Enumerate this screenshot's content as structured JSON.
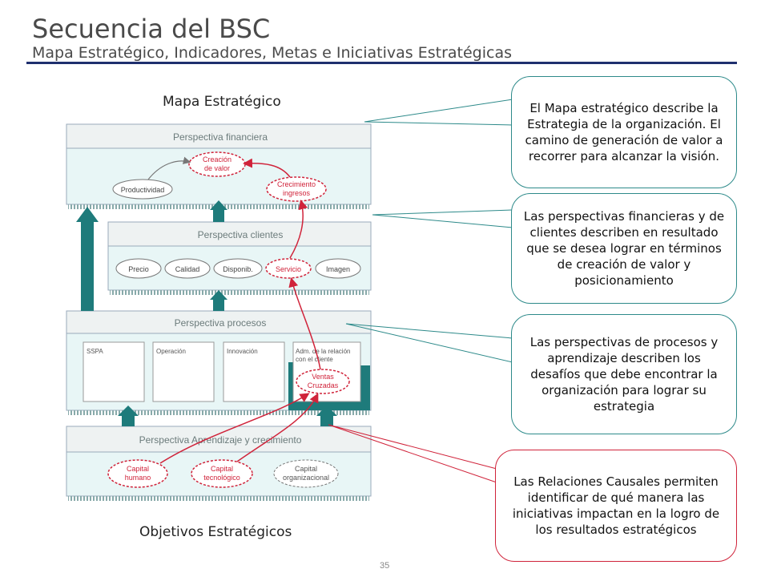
{
  "slide": {
    "title": "Secuencia del BSC",
    "subtitle": "Mapa Estratégico, Indicadores, Metas e Iniciativas Estratégicas",
    "page_number": "35"
  },
  "diagram": {
    "caption_top": "Mapa Estratégico",
    "caption_bottom": "Objetivos Estratégicos",
    "perspectives": {
      "financiera": "Perspectiva financiera",
      "clientes": "Perspectiva clientes",
      "procesos": "Perspectiva procesos",
      "aprendizaje": "Perspectiva Aprendizaje y crecimiento"
    },
    "financiera_objectives": {
      "productividad": "Productividad",
      "creacion_1": "Creación",
      "creacion_2": "de valor",
      "crecimiento_1": "Crecimiento",
      "crecimiento_2": "ingresos"
    },
    "clientes_objectives": {
      "precio": "Precio",
      "calidad": "Calidad",
      "disponib": "Disponib.",
      "servicio": "Servicio",
      "imagen": "Imagen"
    },
    "procesos_boxes": {
      "sspa": "SSPA",
      "operacion": "Operación",
      "innovacion": "Innovación",
      "adm_1": "Adm. de la relación",
      "adm_2": "con el cliente",
      "ventas_1": "Ventas",
      "ventas_2": "Cruzadas"
    },
    "aprendizaje_objectives": {
      "capital_humano_1": "Capital",
      "capital_humano_2": "humano",
      "capital_tec_1": "Capital",
      "capital_tec_2": "tecnológico",
      "capital_org_1": "Capital",
      "capital_org_2": "organizacional"
    },
    "colors": {
      "panel": "#e8f6f6",
      "header": "#eef2f2",
      "arrow": "#1e7b7b",
      "red": "#d0233a",
      "teal": "#2d8a8a"
    }
  },
  "callouts": {
    "mapa": "El Mapa estratégico describe la Estrategia de la organización. El camino de generación de valor a recorrer para alcanzar la visión.",
    "financieras": "Las perspectivas financieras y de clientes describen en resultado que se desea lograr en términos de creación de valor y posicionamiento",
    "procesos": "Las perspectivas de procesos y aprendizaje describen los desafíos que debe encontrar la organización para lograr su estrategia",
    "causales": "Las Relaciones Causales permiten identificar de qué manera las iniciativas impactan en la logro de los resultados estratégicos"
  }
}
